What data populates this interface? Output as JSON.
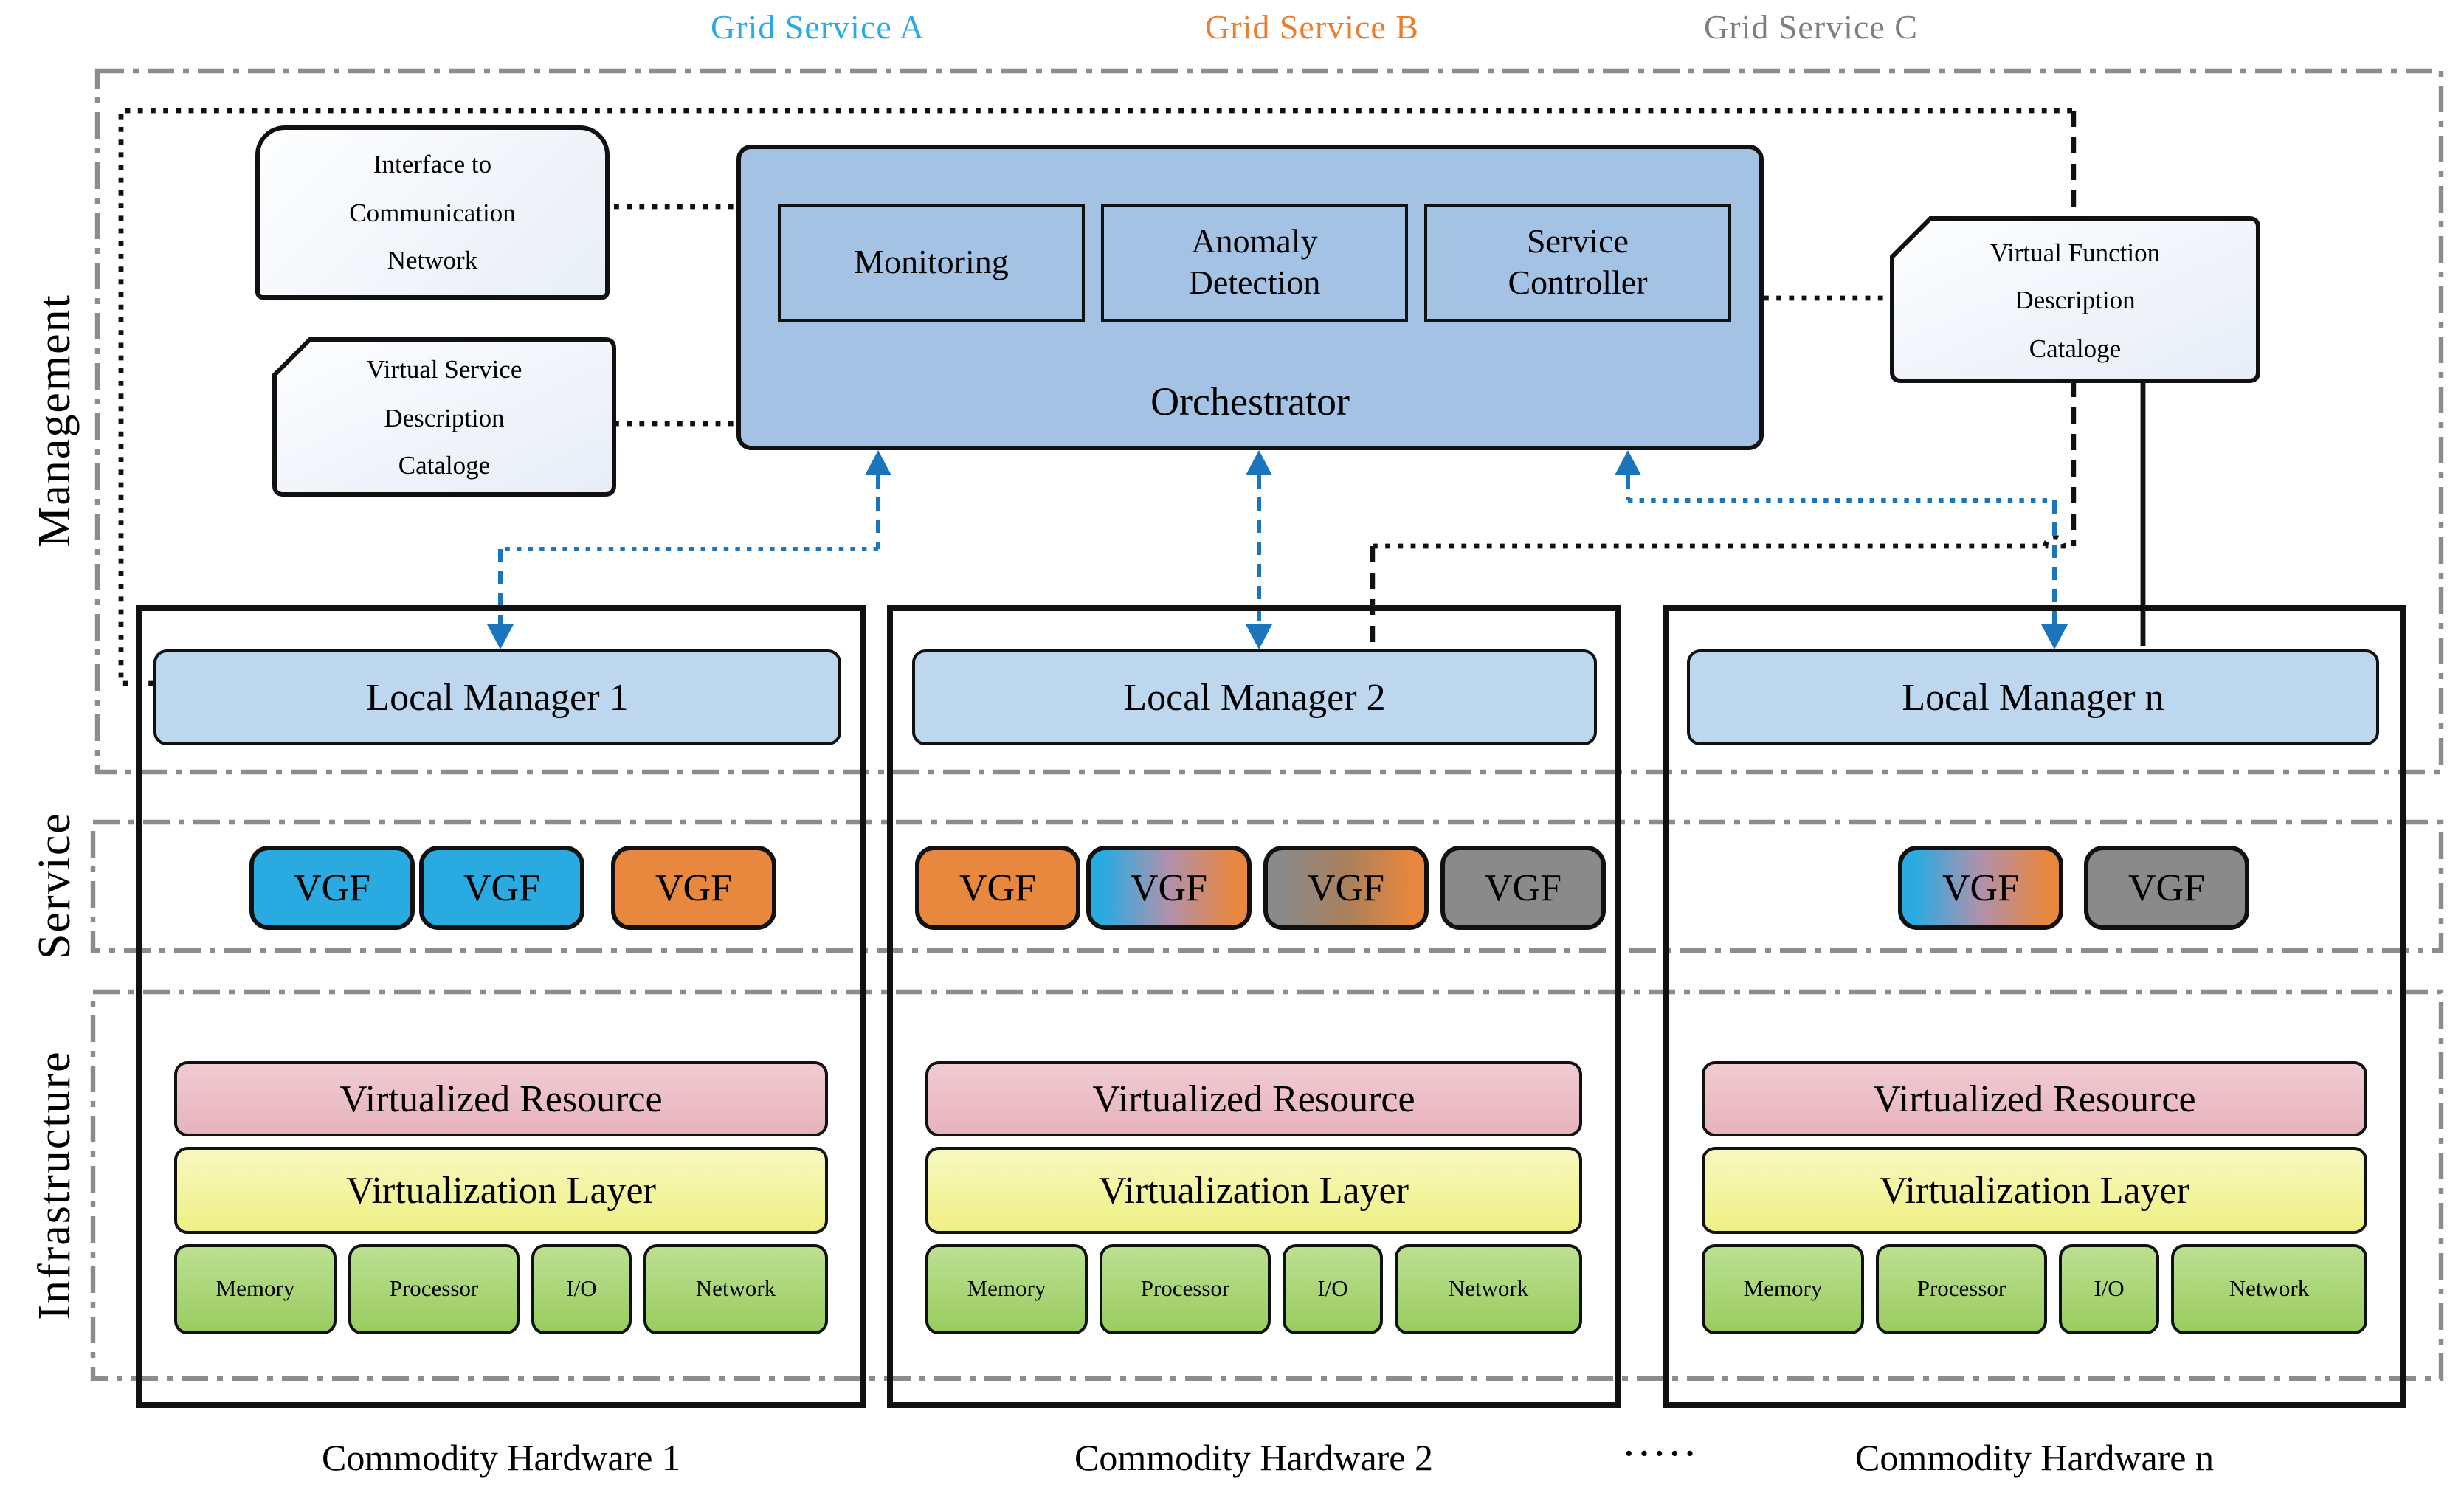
{
  "grid_services": [
    {
      "label": "Grid Service A",
      "color": "#29ABE2"
    },
    {
      "label": "Grid Service B",
      "color": "#E87E2E"
    },
    {
      "label": "Grid Service C",
      "color": "#7F7F7F"
    }
  ],
  "section_labels": {
    "management": "Management",
    "service": "Service",
    "infrastructure": "Infrastructure"
  },
  "management": {
    "interface_box": {
      "lines": [
        "Interface to",
        "Communication",
        "Network"
      ]
    },
    "virtual_service_catalog": {
      "lines": [
        "Virtual Service",
        "Description",
        "Cataloge"
      ]
    },
    "virtual_function_catalog": {
      "lines": [
        "Virtual Function",
        "Description",
        "Cataloge"
      ]
    },
    "orchestrator": {
      "label": "Orchestrator",
      "modules": [
        "Monitoring",
        "Anomaly Detection",
        "Service Controller"
      ]
    }
  },
  "machines": [
    {
      "local_manager": "Local Manager 1",
      "hardware_label": "Commodity Hardware 1",
      "vgfs": [
        {
          "label": "VGF",
          "variant": "blue"
        },
        {
          "label": "VGF",
          "variant": "blue"
        },
        {
          "label": "VGF",
          "variant": "orange"
        }
      ],
      "infrastructure": {
        "virtualized_resource": "Virtualized Resource",
        "virtualization_layer": "Virtualization Layer",
        "components": [
          "Memory",
          "Processor",
          "I/O",
          "Network"
        ]
      }
    },
    {
      "local_manager": "Local Manager 2",
      "hardware_label": "Commodity Hardware 2",
      "vgfs": [
        {
          "label": "VGF",
          "variant": "orange"
        },
        {
          "label": "VGF",
          "variant": "blue-orange"
        },
        {
          "label": "VGF",
          "variant": "gray-orange"
        },
        {
          "label": "VGF",
          "variant": "gray"
        }
      ],
      "infrastructure": {
        "virtualized_resource": "Virtualized Resource",
        "virtualization_layer": "Virtualization Layer",
        "components": [
          "Memory",
          "Processor",
          "I/O",
          "Network"
        ]
      }
    },
    {
      "local_manager": "Local Manager n",
      "hardware_label": "Commodity Hardware n",
      "vgfs": [
        {
          "label": "VGF",
          "variant": "blue-orange"
        },
        {
          "label": "VGF",
          "variant": "gray"
        }
      ],
      "infrastructure": {
        "virtualized_resource": "Virtualized Resource",
        "virtualization_layer": "Virtualization Layer",
        "components": [
          "Memory",
          "Processor",
          "I/O",
          "Network"
        ]
      }
    }
  ],
  "separator_dots": "·····",
  "colors": {
    "grid_service_a": "#29ABE2",
    "grid_service_b": "#E87E2E",
    "grid_service_c": "#7F7F7F",
    "orchestrator_fill": "#A3C2E4",
    "local_manager_fill": "#BDD7EE",
    "vgf_blue": "#29ABE2",
    "vgf_orange": "#E8873E",
    "vgf_gray": "#8A8A8A",
    "virtualized_resource_fill": "#E7B3BD",
    "virtualization_layer_fill": "#EFF083",
    "component_fill": "#9ACC5F",
    "connector_blue": "#1B75BC",
    "section_border_gray": "#8C8C8C"
  }
}
